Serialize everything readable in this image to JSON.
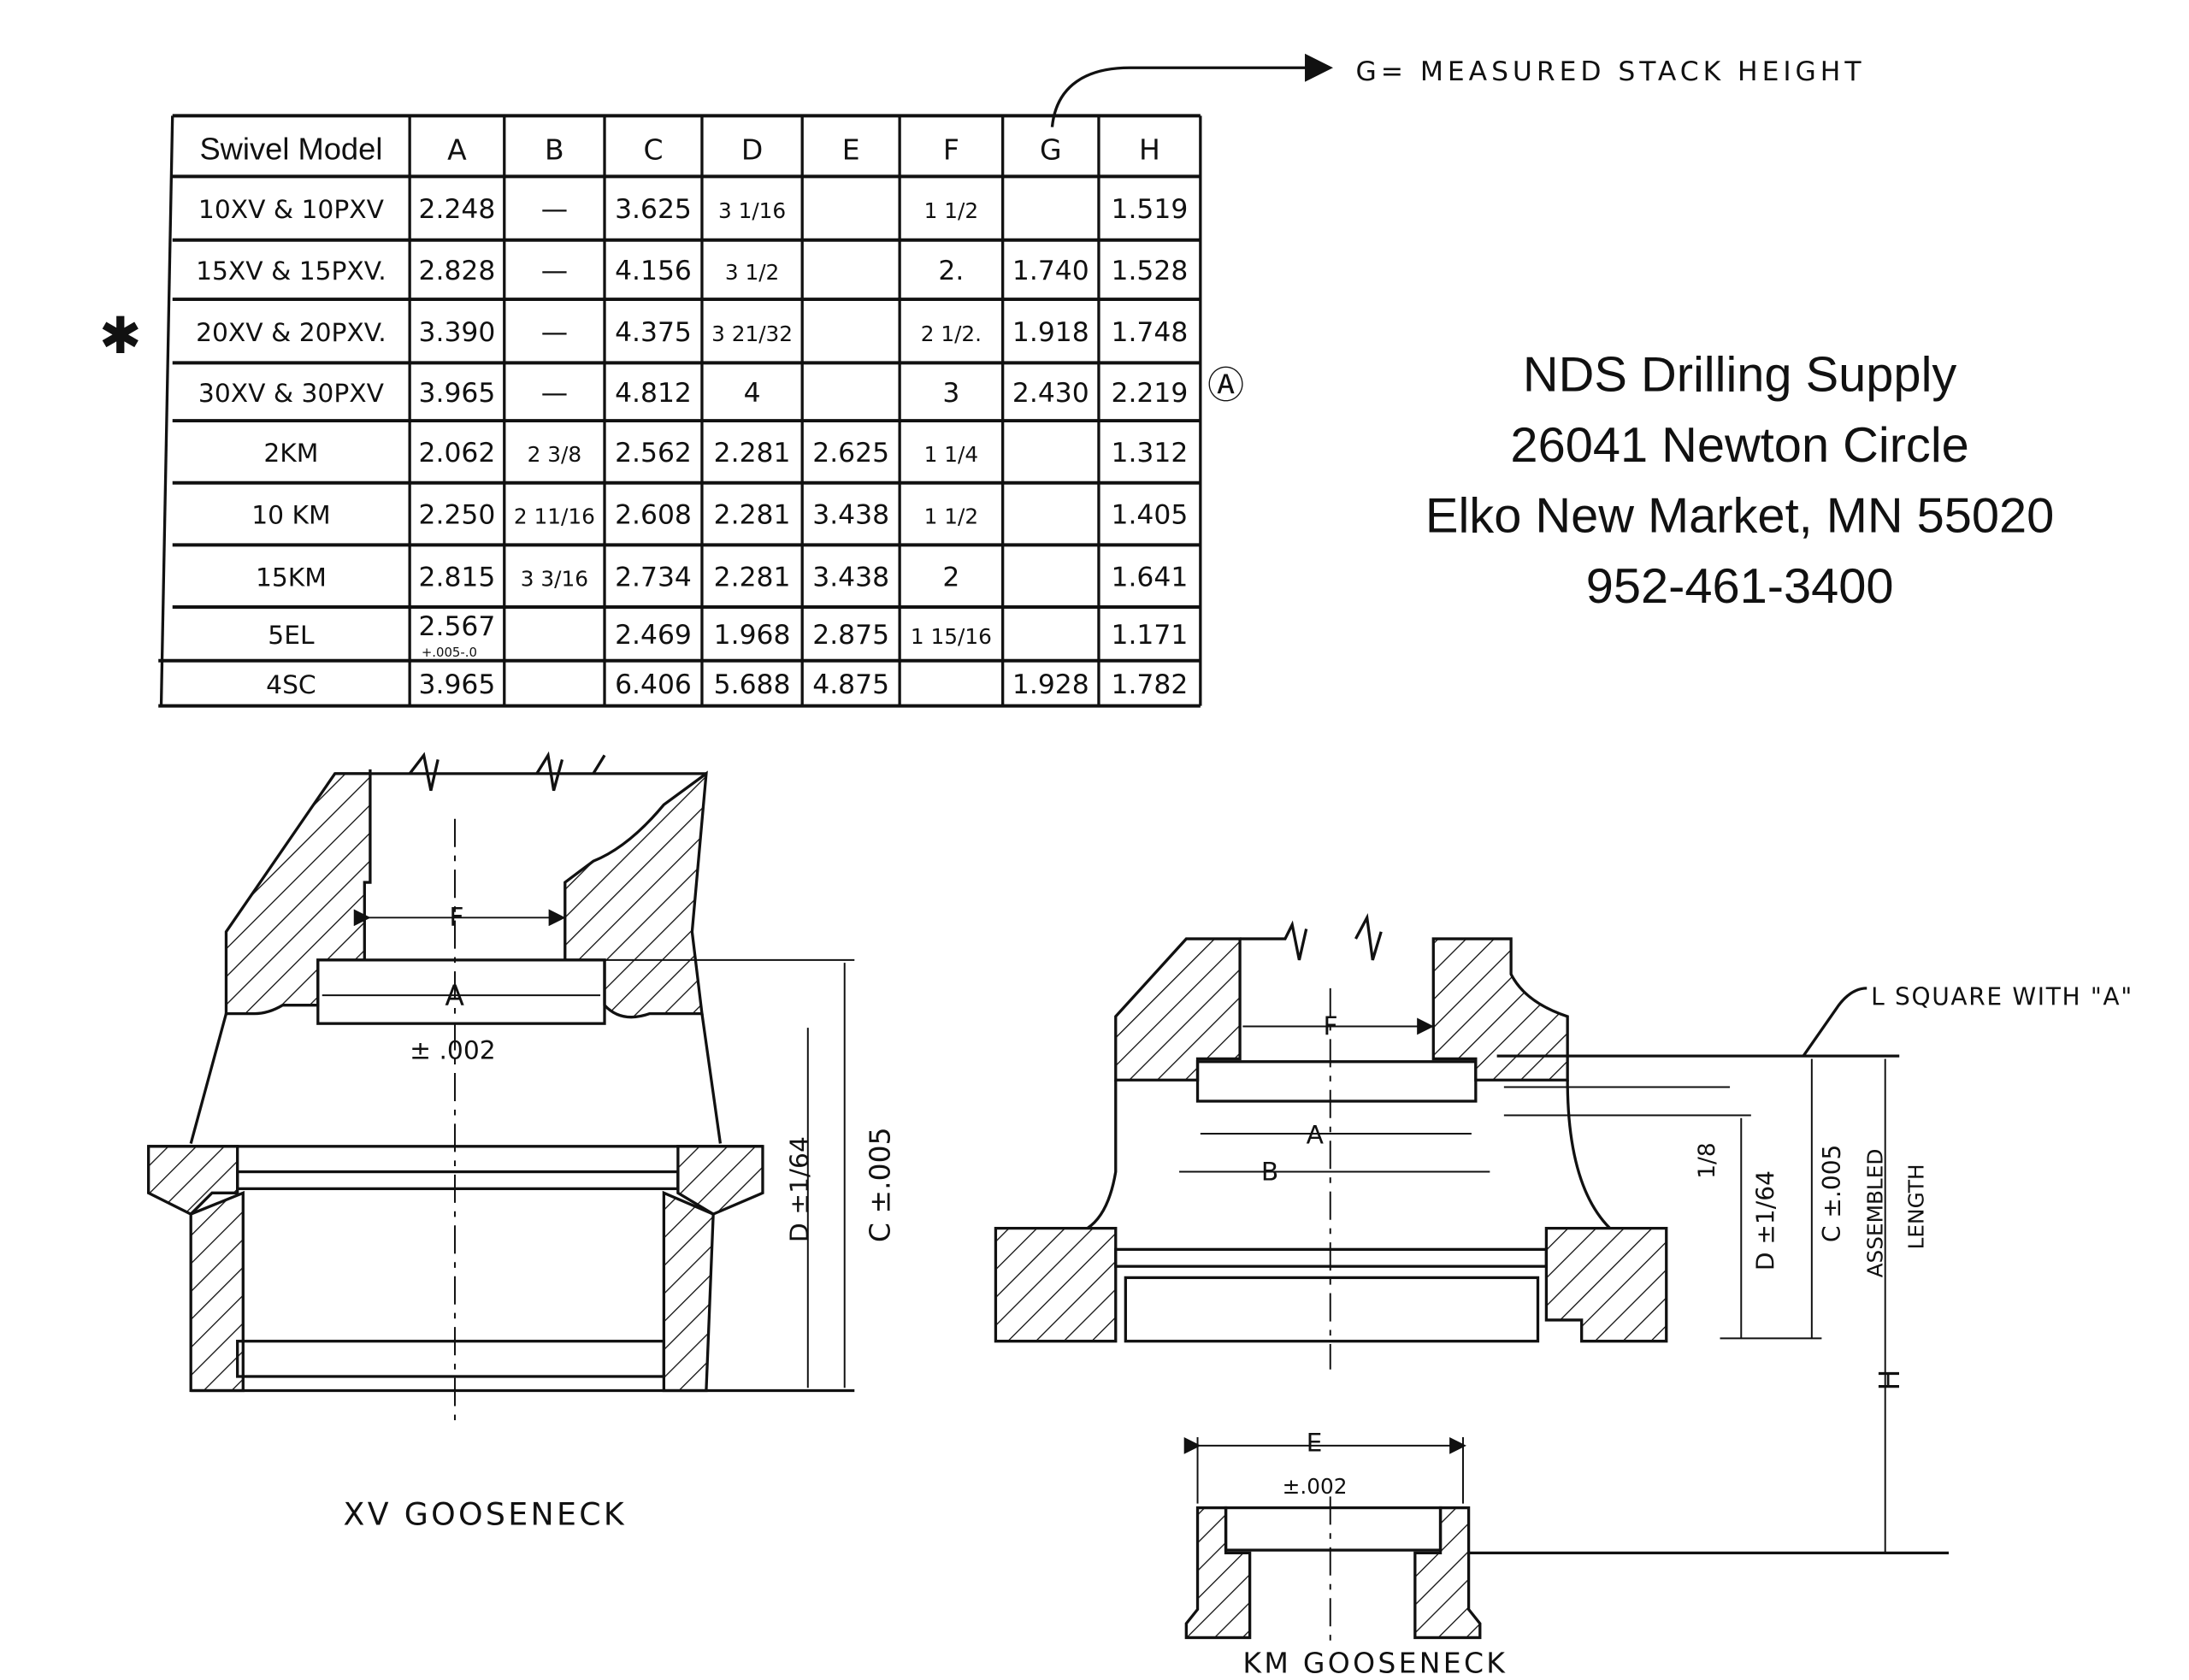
{
  "header_note": "G= MEASURED STACK HEIGHT",
  "table": {
    "columns": [
      "Swivel Model",
      "A",
      "B",
      "C",
      "D",
      "E",
      "F",
      "G",
      "H"
    ],
    "rows": [
      [
        "10XV & 10PXV",
        "2.248",
        "—",
        "3.625",
        "3 1/16",
        "",
        "1 1/2",
        "",
        "1.519"
      ],
      [
        "15XV & 15PXV.",
        "2.828",
        "—",
        "4.156",
        "3 1/2",
        "",
        "2.",
        "1.740",
        "1.528"
      ],
      [
        "20XV & 20PXV.",
        "3.390",
        "—",
        "4.375",
        "3 21/32",
        "",
        "2 1/2.",
        "1.918",
        "1.748"
      ],
      [
        "30XV & 30PXV",
        "3.965",
        "—",
        "4.812",
        "4",
        "",
        "3",
        "2.430",
        "2.219"
      ],
      [
        "2KM",
        "2.062",
        "2 3/8",
        "2.562",
        "2.281",
        "2.625",
        "1 1/4",
        "",
        "1.312"
      ],
      [
        "10 KM",
        "2.250",
        "2 11/16",
        "2.608",
        "2.281",
        "3.438",
        "1 1/2",
        "",
        "1.405"
      ],
      [
        "15KM",
        "2.815",
        "3 3/16",
        "2.734",
        "2.281",
        "3.438",
        "2",
        "",
        "1.641"
      ],
      [
        "5EL",
        "2.567",
        "",
        "2.469",
        "1.968",
        "2.875",
        "1 15/16",
        "",
        "1.171"
      ],
      [
        "4SC",
        "3.965",
        "",
        "6.406",
        "5.688",
        "4.875",
        "",
        "1.928",
        "1.782"
      ]
    ],
    "sel_a_tolerance": "+.005-.0",
    "star_marker": "✱",
    "circled_marker": "Ⓐ"
  },
  "company": {
    "name": "NDS Drilling Supply",
    "street": "26041 Newton Circle",
    "city": "Elko New Market, MN 55020",
    "phone": "952-461-3400"
  },
  "xv_drawing": {
    "label_f": "F",
    "label_a": "A",
    "tol_a": "± .002",
    "label_d": "D ±1/64",
    "label_c": "C ±.005",
    "caption": "XV GOOSENECK"
  },
  "km_drawing": {
    "label_f": "F",
    "label_a": "A",
    "label_b": "B",
    "label_eighth": "1/8",
    "label_d": "D ±1/64",
    "label_c": "C ±.005",
    "label_assembled": "ASSEMBLED",
    "label_length": "LENGTH",
    "label_h": "H",
    "label_e": "E",
    "tol_e": "±.002",
    "square_note": "L SQUARE WITH \"A\"",
    "caption": "KM GOOSENECK"
  }
}
